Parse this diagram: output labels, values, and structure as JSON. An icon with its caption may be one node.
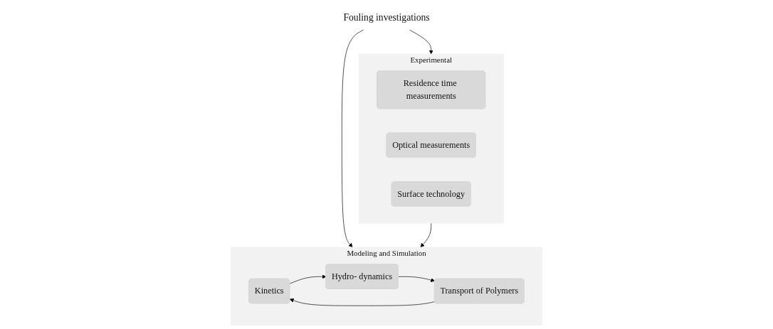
{
  "diagram": {
    "nodes": [
      {
        "text": [
          "Fouling investigations"
        ]
      },
      {
        "text": [
          "Experimental"
        ]
      },
      {
        "text": [
          "Residence time measurements"
        ],
        "in": 1
      },
      {
        "text": [
          "Optical measurements"
        ],
        "in": 1
      },
      {
        "text": [
          "Surface technology"
        ],
        "in": 1
      },
      {
        "text": [
          "Modeling and Simulation"
        ]
      },
      {
        "text": [
          "Kinetics"
        ],
        "in": 5
      },
      {
        "text": [
          "Hydro- dynamics"
        ],
        "in": 5
      },
      {
        "text": [
          "Transport of Polymers"
        ],
        "in": 5
      }
    ],
    "edges": [
      {
        "from": 0,
        "to": 1,
        "arrow": "to"
      },
      {
        "from": 0,
        "to": 5,
        "arrow": "to"
      },
      {
        "from": 1,
        "to": 5,
        "arrow": "to"
      },
      {
        "from": 6,
        "to": 7,
        "arrow": "to"
      },
      {
        "from": 7,
        "to": 8,
        "arrow": "to"
      },
      {
        "from": 8,
        "to": 6,
        "arrow": "to"
      }
    ]
  }
}
